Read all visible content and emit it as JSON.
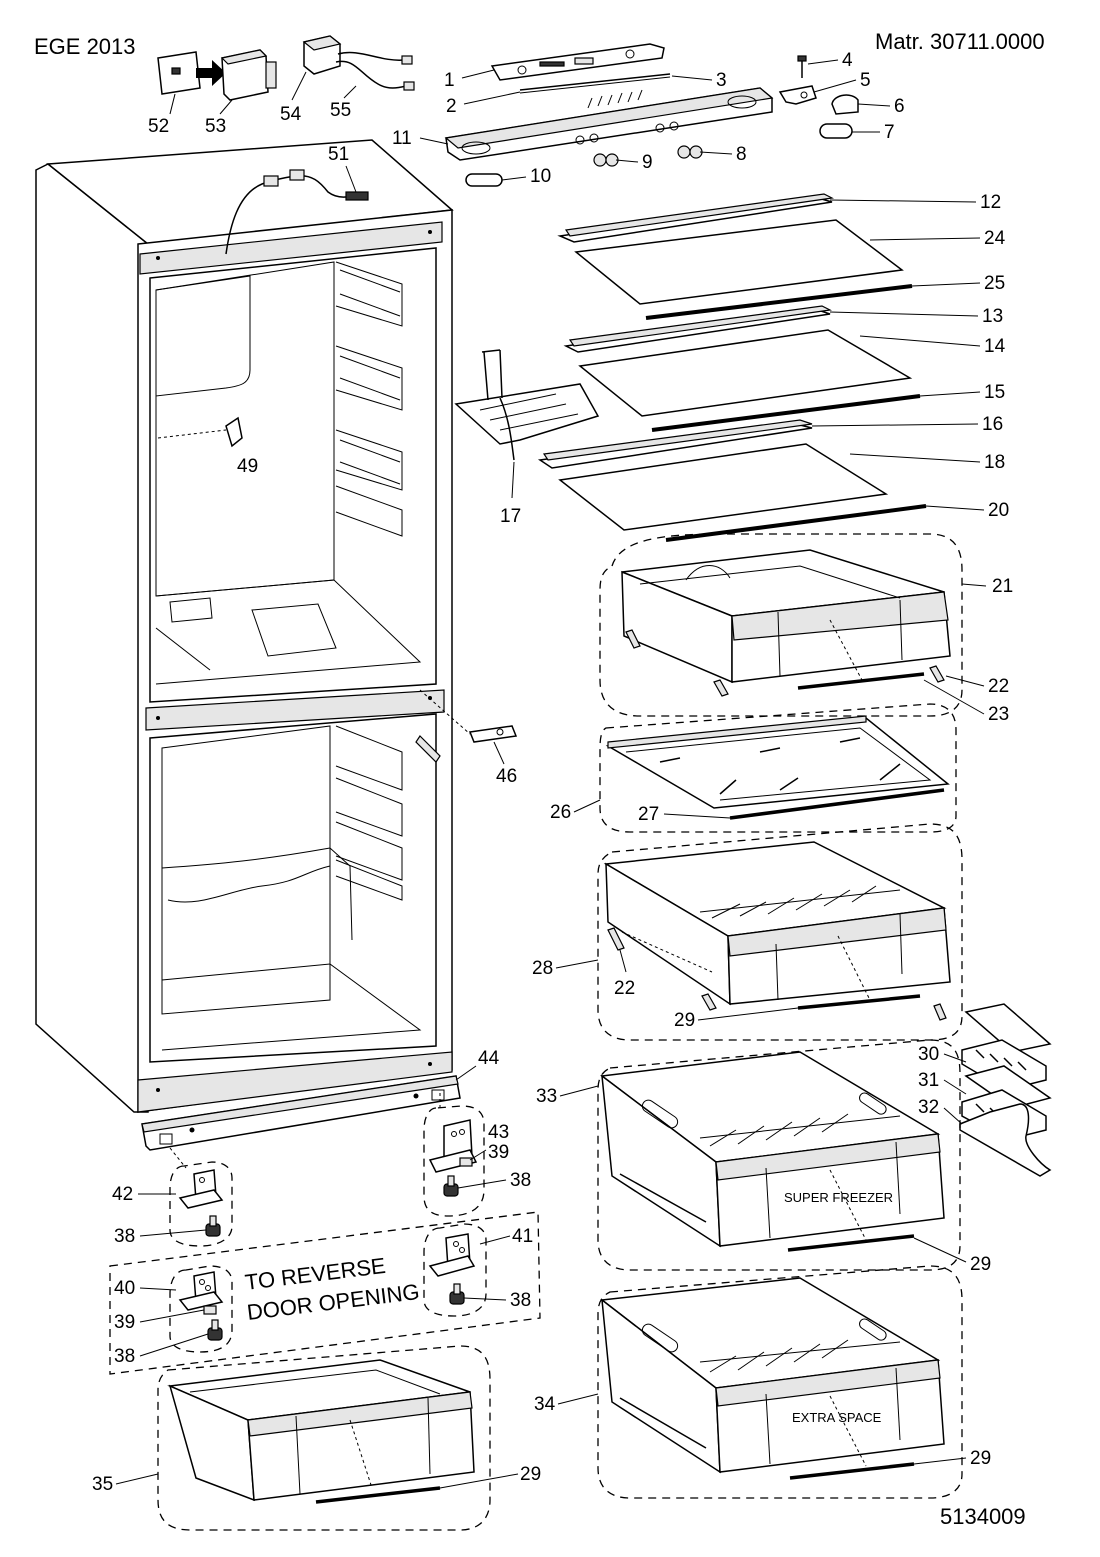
{
  "header": {
    "model": "EGE 2013",
    "material_number": "Matr. 30711.0000"
  },
  "footer": {
    "drawing_number": "5134009"
  },
  "labels": {
    "reverse_line1": "TO REVERSE",
    "reverse_line2": "DOOR OPENING",
    "super_freezer": "SUPER FREEZER",
    "extra_space": "EXTRA SPACE"
  },
  "part_numbers": {
    "p1": "1",
    "p2": "2",
    "p3": "3",
    "p4": "4",
    "p5": "5",
    "p6": "6",
    "p7": "7",
    "p8": "8",
    "p9": "9",
    "p10": "10",
    "p11": "11",
    "p12": "12",
    "p13": "13",
    "p14": "14",
    "p15": "15",
    "p16": "16",
    "p17": "17",
    "p18": "18",
    "p20": "20",
    "p21": "21",
    "p22a": "22",
    "p22b": "22",
    "p23": "23",
    "p24": "24",
    "p25": "25",
    "p26": "26",
    "p27": "27",
    "p28": "28",
    "p29a": "29",
    "p29b": "29",
    "p29c": "29",
    "p29d": "29",
    "p30": "30",
    "p31": "31",
    "p32": "32",
    "p33": "33",
    "p34": "34",
    "p35": "35",
    "p38a": "38",
    "p38b": "38",
    "p38c": "38",
    "p38d": "38",
    "p39a": "39",
    "p39b": "39",
    "p40": "40",
    "p41": "41",
    "p42": "42",
    "p43": "43",
    "p44": "44",
    "p46": "46",
    "p49": "49",
    "p51": "51",
    "p52": "52",
    "p53": "53",
    "p54": "54",
    "p55": "55"
  }
}
